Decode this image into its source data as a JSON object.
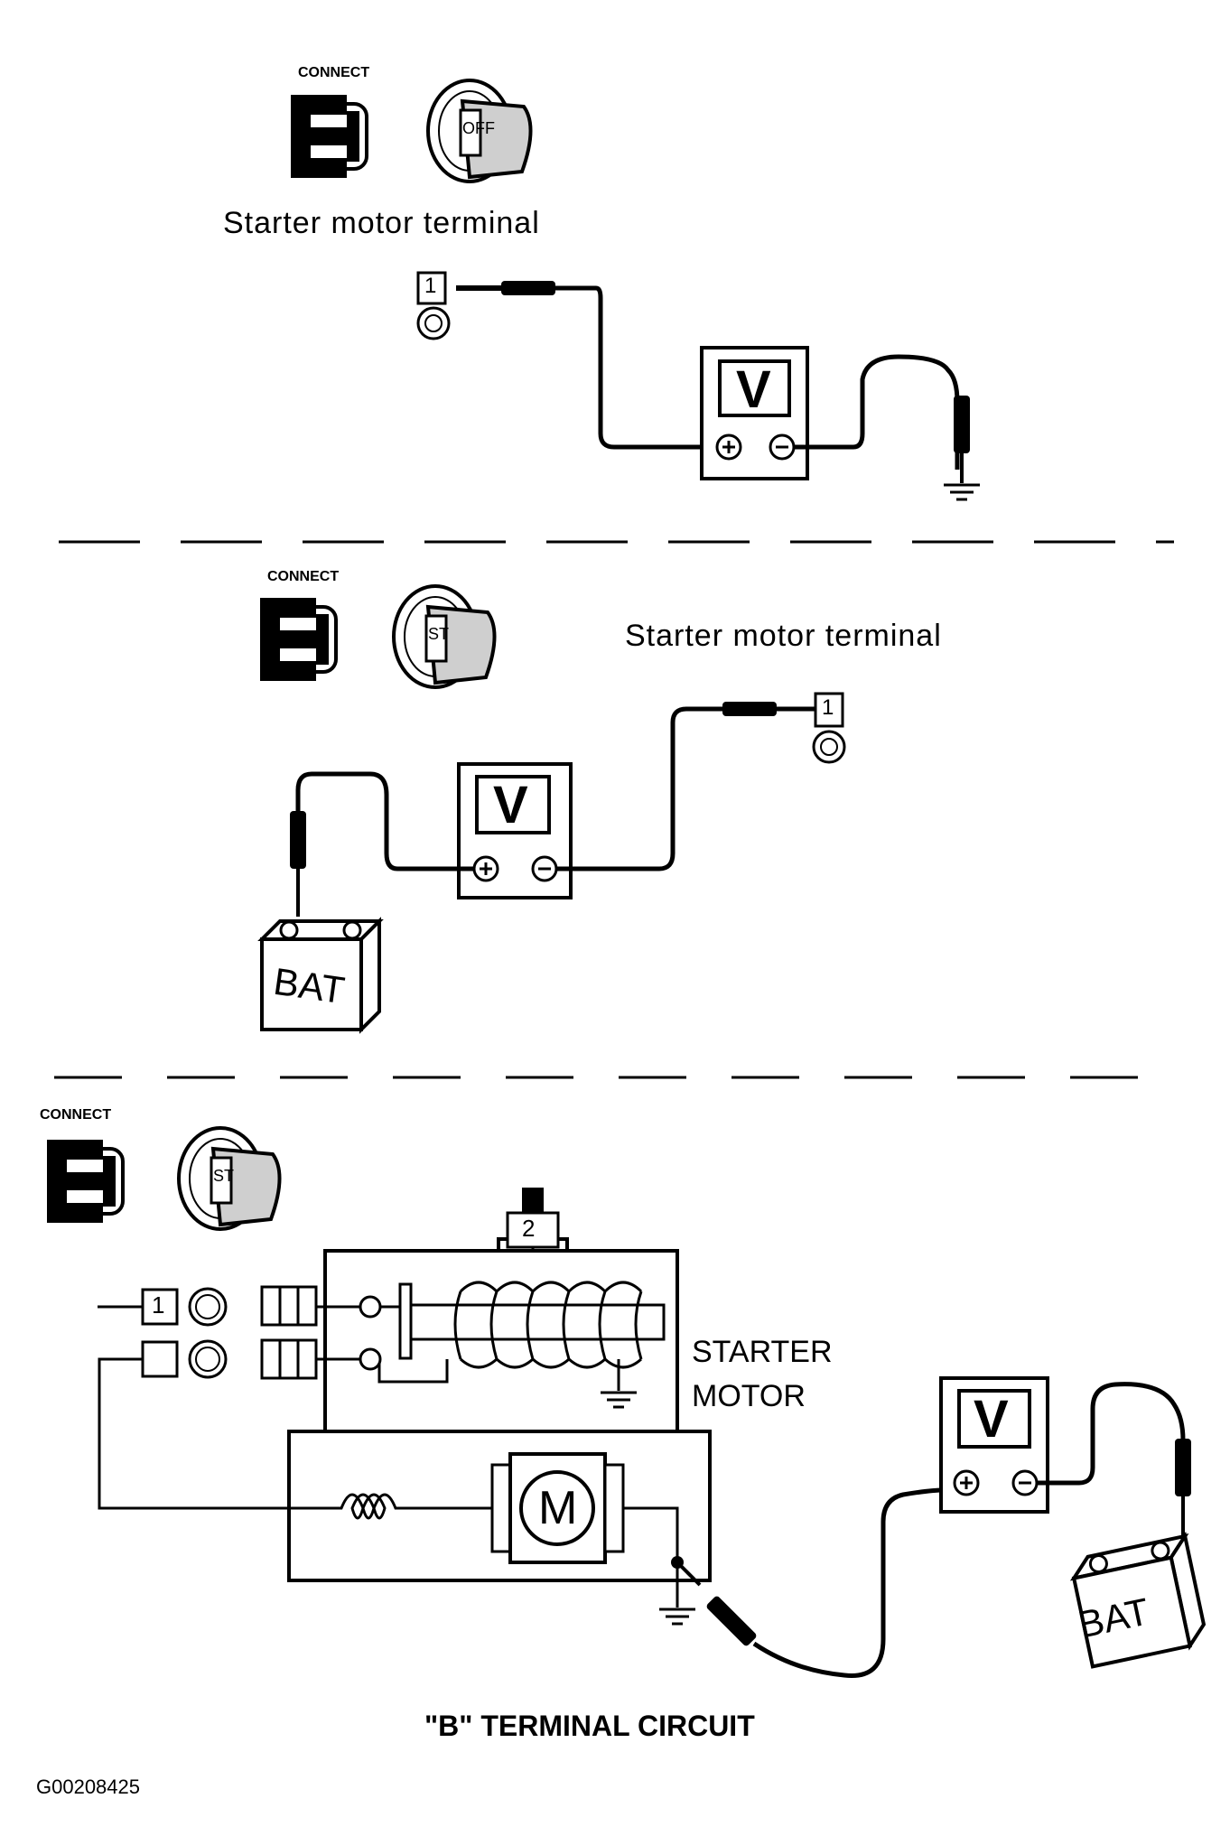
{
  "panels": [
    {
      "connect_label": "CONNECT",
      "key_position": "OFF",
      "caption": "Starter motor terminal",
      "terminal_number": "1",
      "meter_symbol": "V"
    },
    {
      "connect_label": "CONNECT",
      "key_position": "ST",
      "caption": "Starter motor terminal",
      "terminal_number": "1",
      "meter_symbol": "V",
      "battery_label": "BAT"
    },
    {
      "connect_label": "CONNECT",
      "key_position": "ST",
      "terminal_1": "1",
      "terminal_2": "2",
      "starter_label_line1": "STARTER",
      "starter_label_line2": "MOTOR",
      "motor_symbol": "M",
      "meter_symbol": "V",
      "battery_label": "BAT"
    }
  ],
  "figure_title": "\"B\" TERMINAL CIRCUIT",
  "figure_id": "G00208425",
  "icons": [
    "connector-icon",
    "ignition-key-icon",
    "voltmeter-icon",
    "ground-icon",
    "battery-icon",
    "motor-icon",
    "solenoid-coil-icon"
  ]
}
